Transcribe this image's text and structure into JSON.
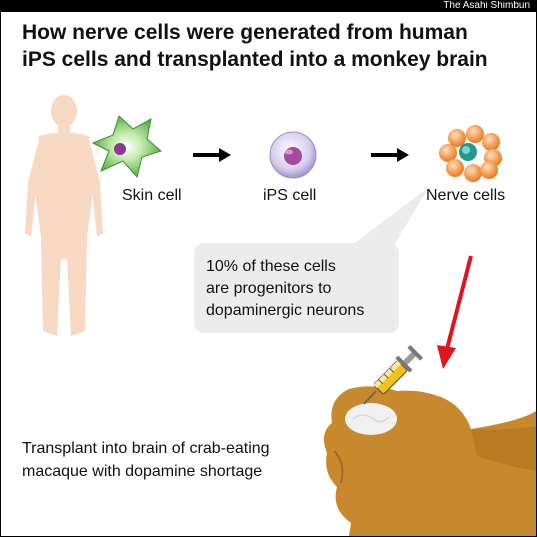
{
  "credit": "The Asahi Shimbun",
  "title": {
    "line1": "How nerve cells were generated from human",
    "line2": "iPS cells and transplanted into a monkey brain"
  },
  "steps": {
    "skin": "Skin cell",
    "ips": "iPS cell",
    "nerve": "Nerve cells"
  },
  "callout": {
    "line1": "10% of these cells",
    "line2": "are progenitors to",
    "line3": "dopaminergic neurons"
  },
  "transplant": {
    "line1": "Transplant into brain of crab-eating",
    "line2": "macaque with dopamine shortage"
  },
  "colors": {
    "body": "#f7d9c4",
    "skin_cell": "#6dbe45",
    "ips_cell": "#c9bfe3",
    "nerve_cell": "#f5a05a",
    "nerve_core": "#1f9a8c",
    "arrow_red": "#e0141e",
    "monkey": "#c8892e",
    "callout_bg": "#ececec"
  }
}
